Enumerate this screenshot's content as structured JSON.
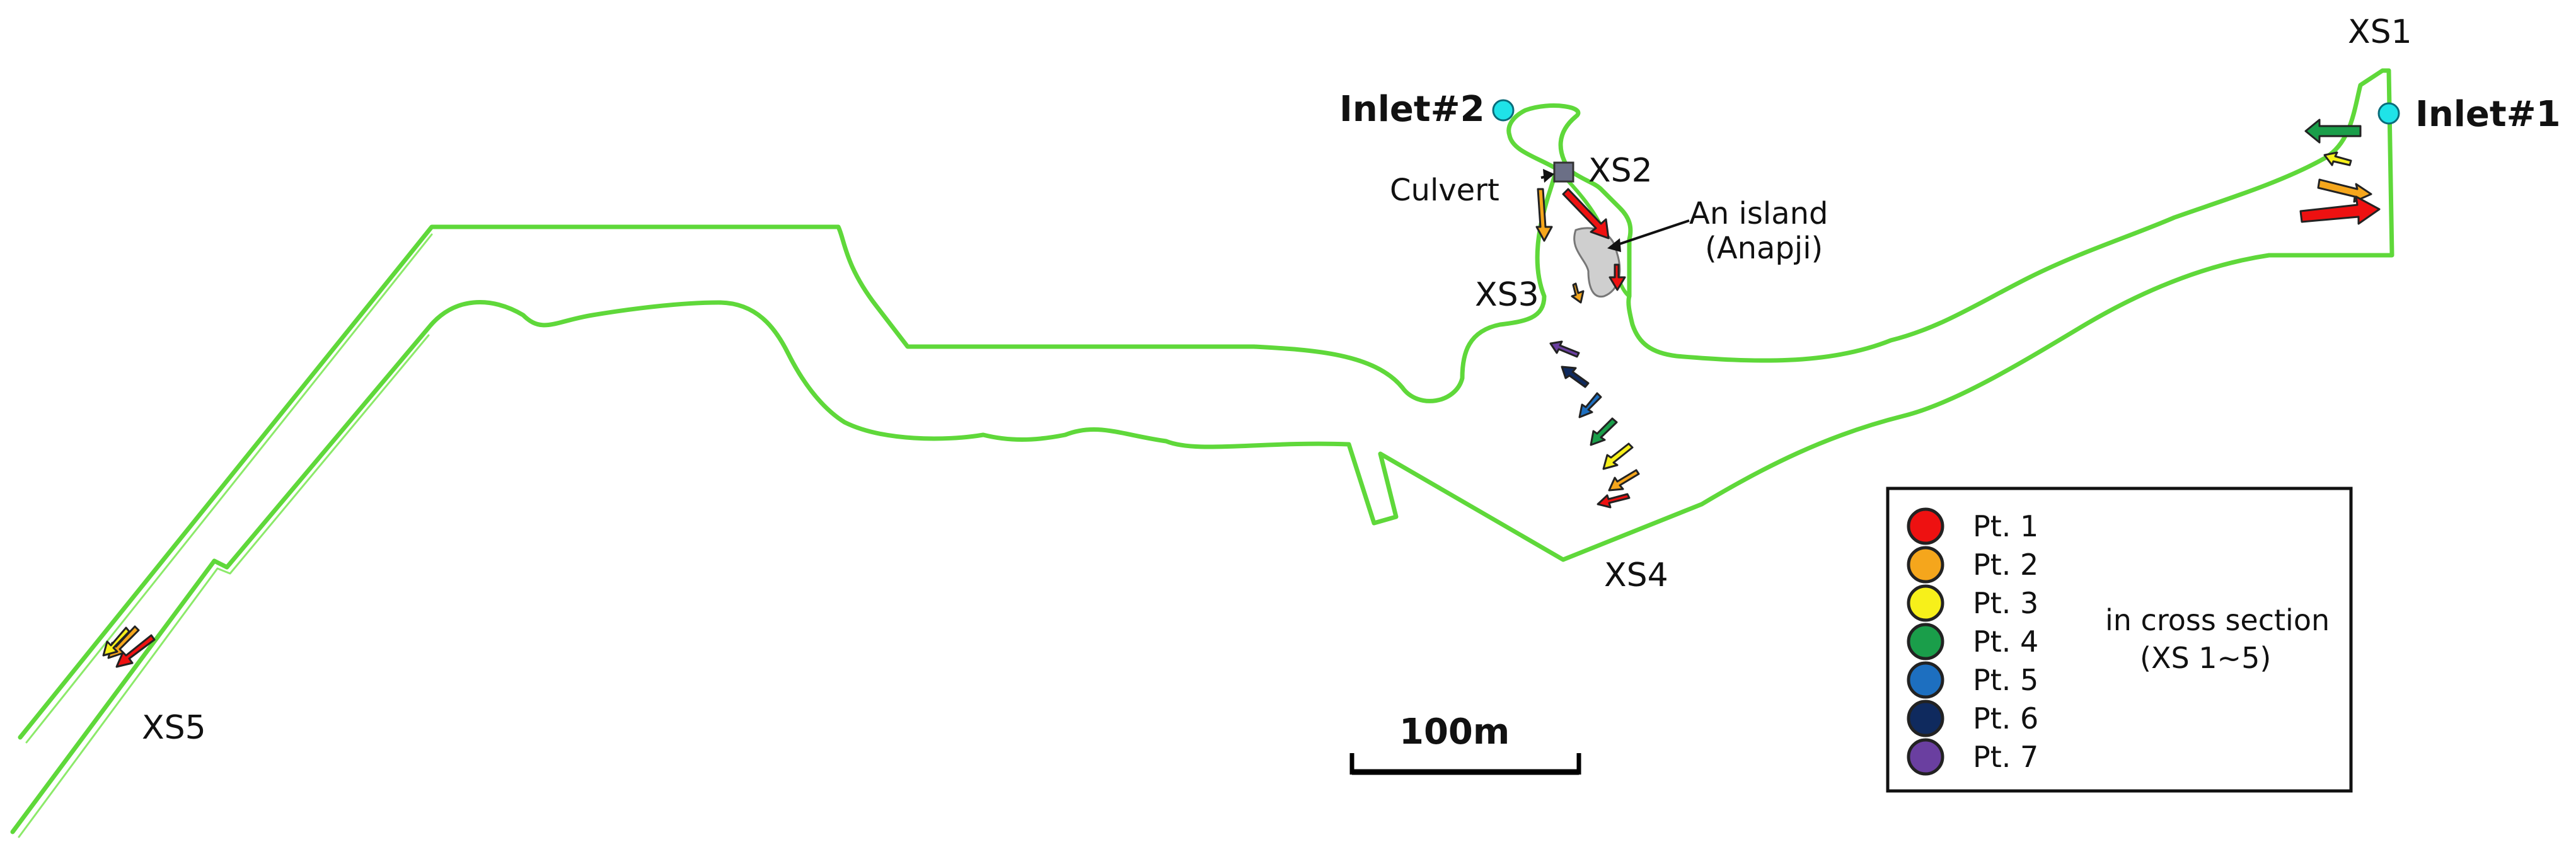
{
  "labels": {
    "xs1": "XS1",
    "xs2": "XS2",
    "xs3": "XS3",
    "xs4": "XS4",
    "xs5": "XS5",
    "inlet1": "Inlet#1",
    "inlet2": "Inlet#2",
    "culvert": "Culvert",
    "island_line1": "An island",
    "island_line2": "(Anapji)"
  },
  "legend": {
    "items": [
      {
        "label": "Pt. 1",
        "color": "#ee1111"
      },
      {
        "label": "Pt. 2",
        "color": "#f5a61c"
      },
      {
        "label": "Pt. 3",
        "color": "#f7f01a"
      },
      {
        "label": "Pt. 4",
        "color": "#1a9e4a"
      },
      {
        "label": "Pt. 5",
        "color": "#1d6fc0"
      },
      {
        "label": "Pt. 6",
        "color": "#0f2a5e"
      },
      {
        "label": "Pt. 7",
        "color": "#6a3fa0"
      }
    ],
    "note_line1": "in cross section",
    "note_line2": "(XS 1~5)"
  },
  "scale_bar": {
    "label": "100m"
  },
  "colors": {
    "channel": "#5fd83a",
    "inlet": "#1fe3e8",
    "culvert": "#6b6f86",
    "island": "#cfcfcf"
  }
}
